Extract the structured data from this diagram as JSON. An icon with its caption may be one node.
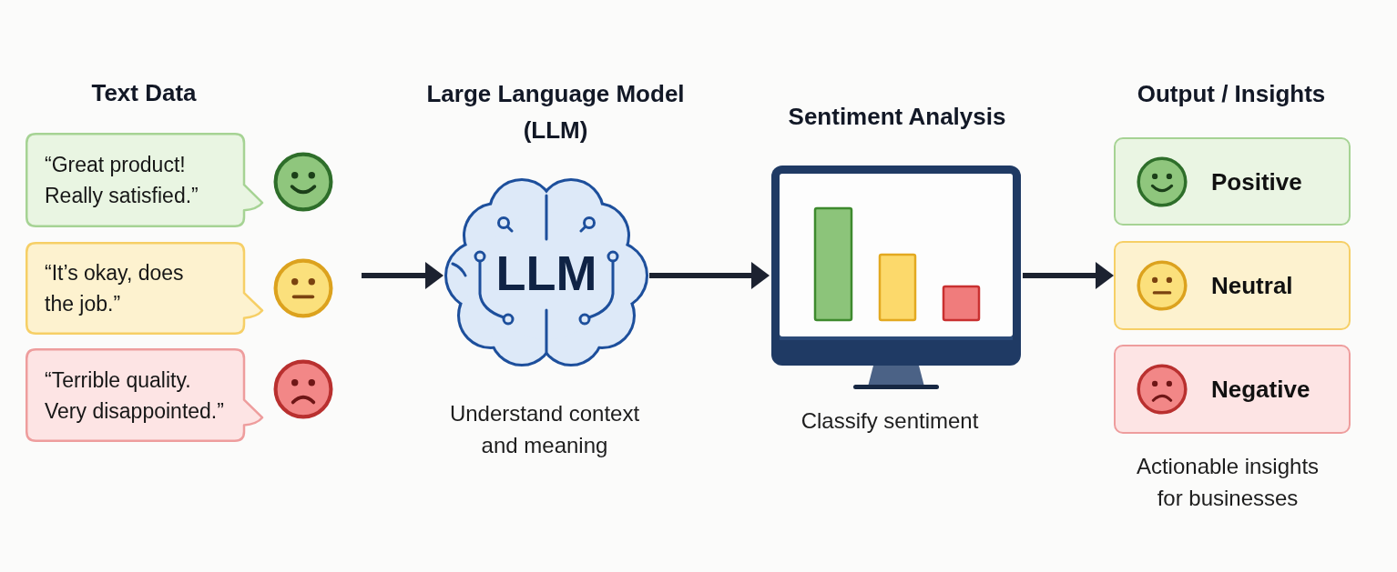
{
  "diagram": {
    "nodes": [
      {
        "text": [
          "“Great product! Really satisfied.”"
        ]
      },
      {
        "text": [
          "“It’s okay, does the job.”"
        ]
      },
      {
        "text": [
          "“Terrible quality. Very disappointed.”"
        ]
      },
      {
        "text": [
          "LLM"
        ],
        "beside": [
          "Understand context and meaning"
        ]
      },
      {
        "text": [],
        "shape": "picture",
        "beside": [
          "Classify sentiment"
        ]
      },
      {
        "text": [
          "Positive"
        ]
      },
      {
        "text": [
          "Neutral"
        ]
      },
      {
        "text": [
          "Negative"
        ]
      }
    ],
    "edges": [
      {
        "from": null,
        "to": 3,
        "arrow": "to"
      },
      {
        "from": 3,
        "to": 4,
        "arrow": "to"
      },
      {
        "from": 4,
        "to": 6,
        "arrow": "to"
      }
    ],
    "labels": [
      "Text Data",
      "Large Language Model (LLM)",
      "Sentiment Analysis",
      "Output / Insights",
      "Actionable insights for businesses"
    ]
  }
}
